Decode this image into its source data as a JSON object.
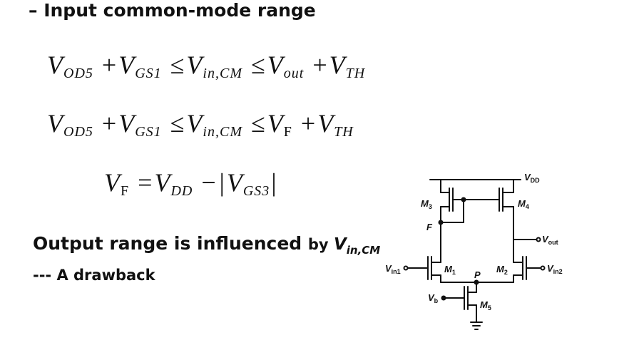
{
  "heading": "– Input common-mode range",
  "equations": {
    "eq1": {
      "t1": "V",
      "s1": "OD5",
      "op1": "+",
      "t2": "V",
      "s2": "GS1",
      "op2": "≤",
      "t3": "V",
      "s3": "in,CM",
      "op3": "≤",
      "t4": "V",
      "s4": "out",
      "op4": "+",
      "t5": "V",
      "s5": "TH"
    },
    "eq2": {
      "t1": "V",
      "s1": "OD5",
      "op1": "+",
      "t2": "V",
      "s2": "GS1",
      "op2": "≤",
      "t3": "V",
      "s3": "in,CM",
      "op3": "≤",
      "t4": "V",
      "s4": "F",
      "op4": "+",
      "t5": "V",
      "s5": "TH"
    },
    "eq3": {
      "t1": "V",
      "s1": "F",
      "op1": "=",
      "t2": "V",
      "s2": "DD",
      "op2": "−",
      "bar1": "|",
      "t3": "V",
      "s3": "GS3",
      "bar2": "|"
    }
  },
  "output_range": {
    "main": "Output range is influenced ",
    "by": "by ",
    "var": "V",
    "sub": "in,CM"
  },
  "drawback": "--- A drawback",
  "circuit": {
    "vdd": "V",
    "vdd_sub": "DD",
    "m3": "M",
    "m3_sub": "3",
    "m4": "M",
    "m4_sub": "4",
    "f": "F",
    "vout": "V",
    "vout_sub": "out",
    "vin1": "V",
    "vin1_sub": "in1",
    "m1": "M",
    "m1_sub": "1",
    "p": "P",
    "m2": "M",
    "m2_sub": "2",
    "vin2": "V",
    "vin2_sub": "in2",
    "vb": "V",
    "vb_sub": "b",
    "m5": "M",
    "m5_sub": "5"
  }
}
